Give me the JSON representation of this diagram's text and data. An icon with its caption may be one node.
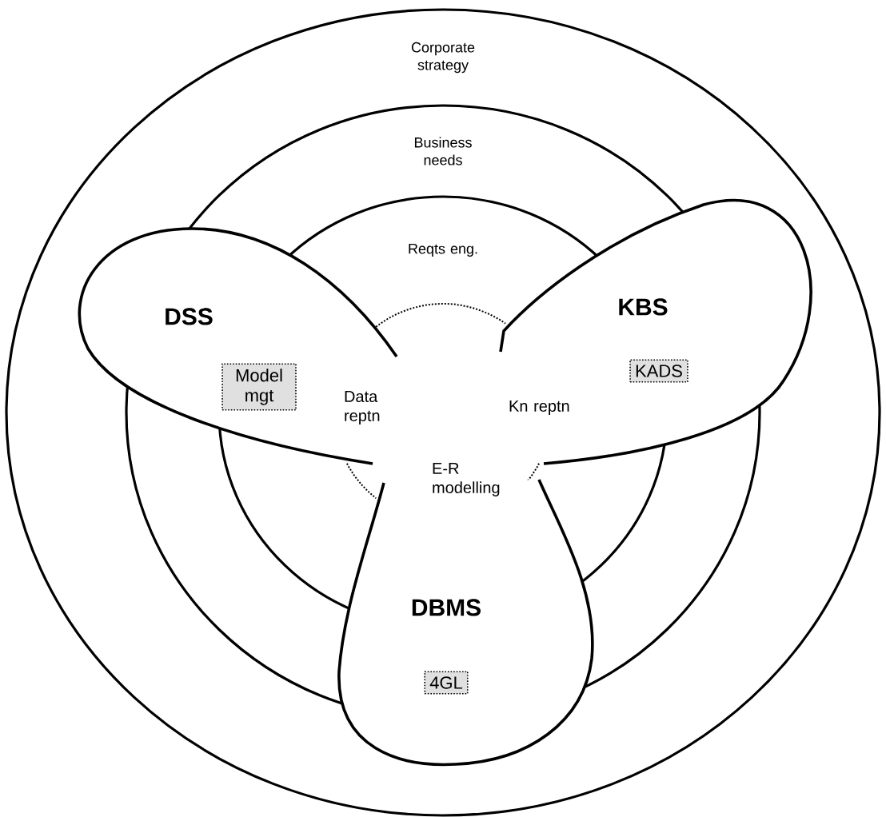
{
  "diagram": {
    "nodes": [
      {
        "text": [
          "Corporate strategy"
        ]
      },
      {
        "text": [
          "Business needs"
        ],
        "in": 0
      },
      {
        "text": [
          "Reqts eng."
        ],
        "in": 1
      },
      {
        "text": [
          "DSS"
        ],
        "in": 0
      },
      {
        "text": [
          "Model mgt"
        ]
      },
      {
        "text": [
          "KBS"
        ],
        "in": 0
      },
      {
        "text": [
          "KADS"
        ],
        "in": 5
      },
      {
        "text": [
          "DBMS"
        ],
        "in": 0
      },
      {
        "text": [
          "4GL"
        ],
        "in": 7
      }
    ],
    "labels": [
      "Data reptn",
      "Kn reptn",
      "E-R modelling"
    ]
  }
}
